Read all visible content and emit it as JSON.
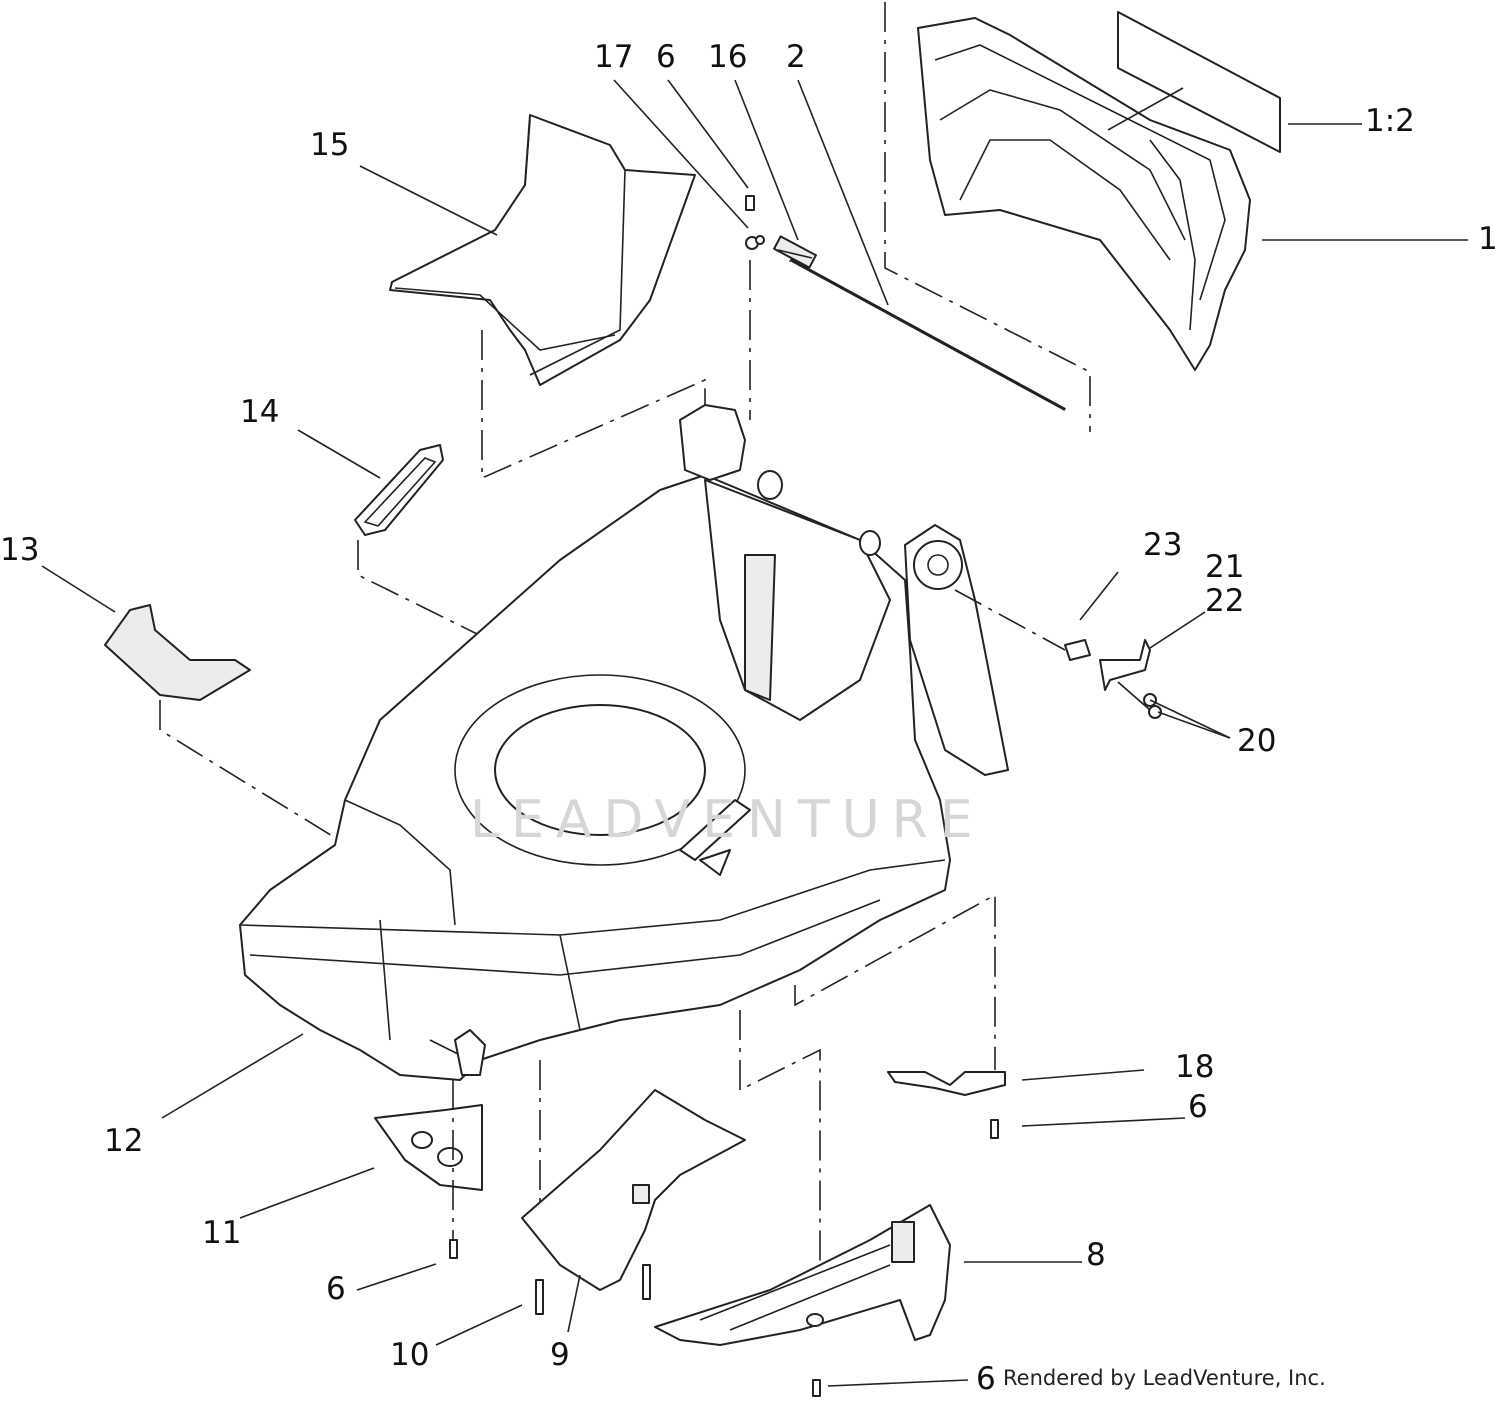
{
  "callouts": {
    "c1": "1",
    "c1_2": "1:2",
    "c2": "2",
    "c6_top": "6",
    "c6_right": "6",
    "c6_left": "6",
    "c6_bottom": "6",
    "c8": "8",
    "c9": "9",
    "c10": "10",
    "c11": "11",
    "c12": "12",
    "c13": "13",
    "c14": "14",
    "c15": "15",
    "c16": "16",
    "c17": "17",
    "c18": "18",
    "c20": "20",
    "c21": "21",
    "c22": "22",
    "c23": "23"
  },
  "credit": "Rendered by LeadVenture, Inc.",
  "watermark": "LEADVENTURE"
}
